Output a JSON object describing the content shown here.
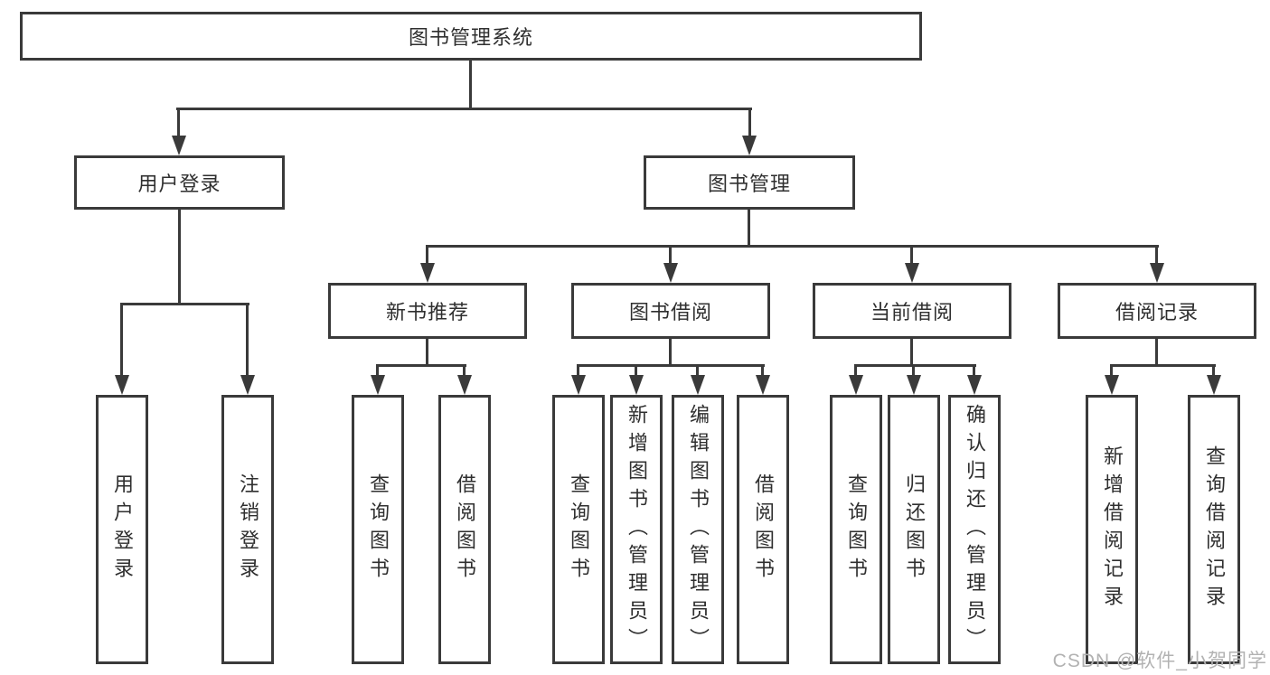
{
  "diagram": {
    "root_label": "图书管理系统",
    "level2": [
      "用户登录",
      "图书管理"
    ],
    "level3": [
      "新书推荐",
      "图书借阅",
      "当前借阅",
      "借阅记录"
    ],
    "leaves": [
      "用户登录",
      "注销登录",
      "查询图书",
      "借阅图书",
      "查询图书",
      "新增图书（管理员）",
      "编辑图书（管理员）",
      "借阅图书",
      "查询图书",
      "归还图书",
      "确认归还（管理员）",
      "新增借阅记录",
      "查询借阅记录"
    ]
  },
  "watermark": "CSDN @软件_小贺同学",
  "colors": {
    "line": "#3a3a3a",
    "text": "#2f2f2f",
    "watermark": "#b2b2b2",
    "background": "#ffffff"
  }
}
